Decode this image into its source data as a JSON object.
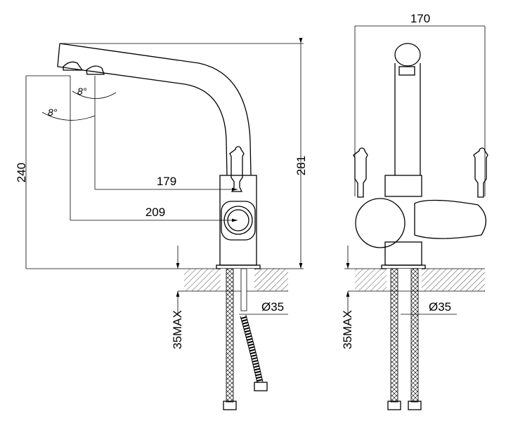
{
  "drawing": {
    "side_view": {
      "height_total": "281",
      "height_spout": "240",
      "reach_1": "179",
      "reach_2": "209",
      "angle_1": "8°",
      "angle_2": "8°",
      "counter_thickness": "35MAX",
      "hole_diameter": "Ø35"
    },
    "front_view": {
      "width": "170",
      "counter_thickness": "35MAX",
      "hole_diameter": "Ø35"
    }
  }
}
